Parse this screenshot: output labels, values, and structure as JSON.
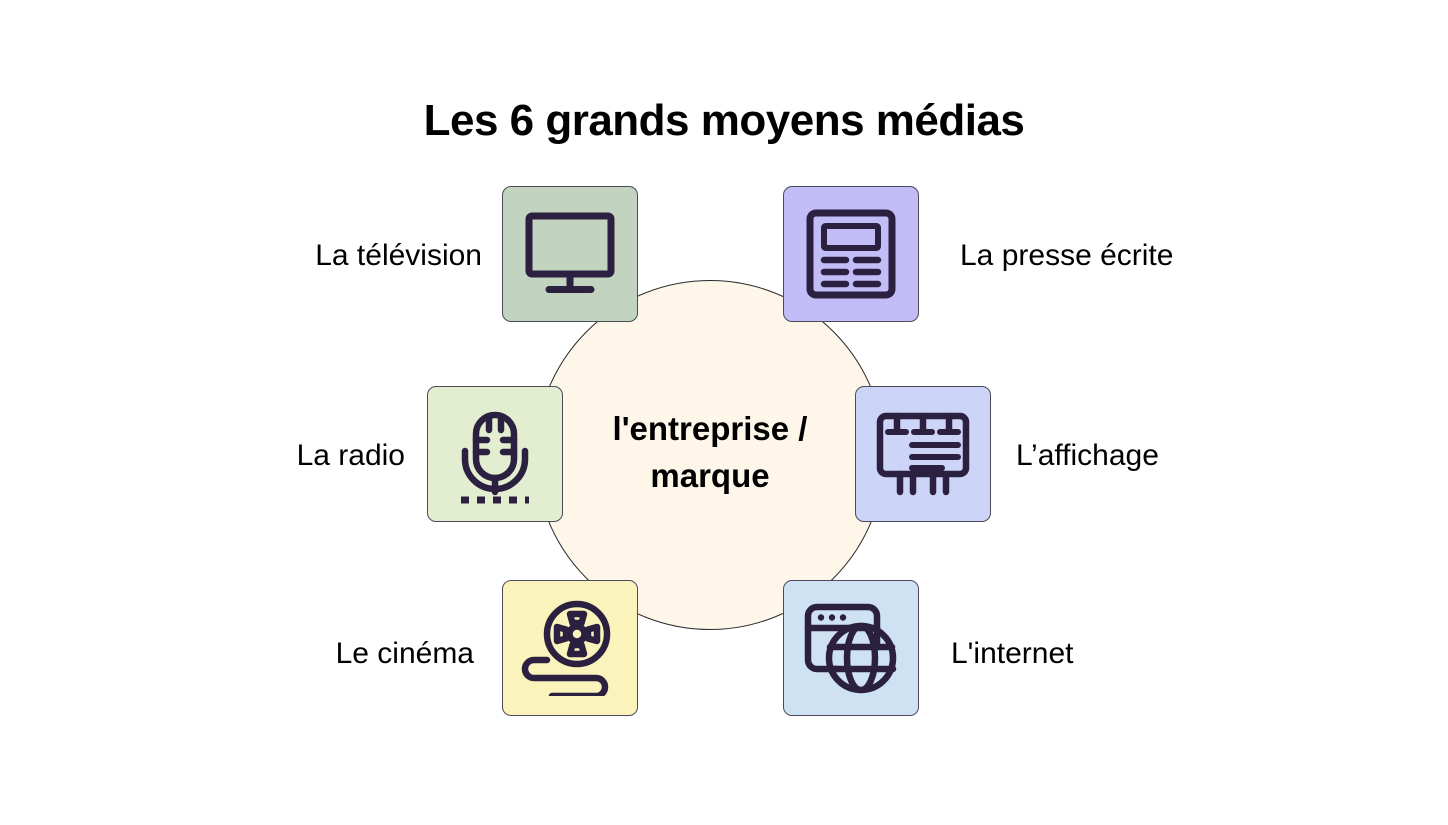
{
  "title": "Les 6 grands moyens médias",
  "center": {
    "label": "l'entreprise /\nmarque",
    "fill_color": "#fdf6e9",
    "stroke_color": "#2b2b2b"
  },
  "icon_stroke_color": "#2b2040",
  "background_color": "#ffffff",
  "media": [
    {
      "id": "television",
      "label": "La télévision",
      "icon": "monitor-icon",
      "tile_color": "#c2d4bf",
      "position": "top-left"
    },
    {
      "id": "presse-ecrite",
      "label": "La presse écrite",
      "icon": "newspaper-icon",
      "tile_color": "#c3bdf7",
      "position": "top-right"
    },
    {
      "id": "radio",
      "label": "La radio",
      "icon": "microphone-icon",
      "tile_color": "#e3edd0",
      "position": "middle-left"
    },
    {
      "id": "affichage",
      "label": "L’affichage",
      "icon": "billboard-icon",
      "tile_color": "#ccd4f7",
      "position": "middle-right"
    },
    {
      "id": "cinema",
      "label": "Le cinéma",
      "icon": "film-reel-icon",
      "tile_color": "#fbf3bc",
      "position": "bottom-left"
    },
    {
      "id": "internet",
      "label": "L'internet",
      "icon": "browser-globe-icon",
      "tile_color": "#cfe2f3",
      "position": "bottom-right"
    }
  ]
}
